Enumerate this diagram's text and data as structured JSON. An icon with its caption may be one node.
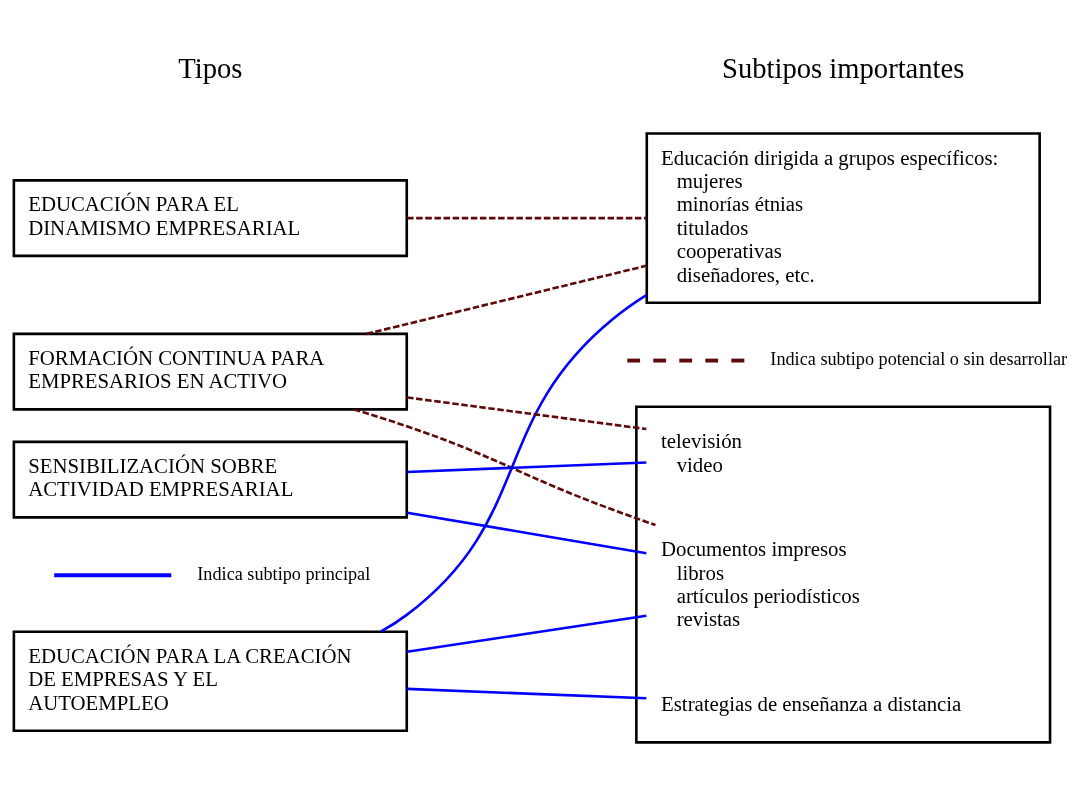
{
  "diagram": {
    "nodes": [
      {
        "text": [
          "EDUCACIÓN PARA EL DINAMISMO EMPRESARIAL"
        ]
      },
      {
        "text": [
          "EDUCACIÓN PARA LA CREACIÓN DE EMPRESAS Y EL AUTOEMPLEO"
        ]
      },
      {
        "text": [
          "FORMACIÓN CONTINUA PARA EMPRESARIOS EN ACTIVO"
        ]
      },
      {
        "text": [
          "SENSIBILIZACIÓN SOBRE ACTIVIDAD EMPRESARIAL"
        ]
      },
      {
        "text": [
          "Educación dirigida a grupos específicos:",
          "mujeres",
          "minorías étnias",
          "titulados",
          "cooperativas",
          "diseñadores, etc."
        ]
      },
      {
        "text": [],
        "shape": "box"
      },
      {
        "text": [
          "Estrategias de enseñanza a distancia"
        ],
        "in": 5
      },
      {
        "text": [
          "Documentos impresos",
          "libros",
          "artículos periodísticos",
          "revistas"
        ],
        "in": 5
      },
      {
        "text": [
          "televisión",
          "video"
        ],
        "in": 5
      }
    ],
    "edges": [
      {
        "from": 0,
        "to": 4,
        "arrow": "none",
        "style": "dashed",
        "color": "#5c0a0a"
      },
      {
        "from": 1,
        "to": 4,
        "arrow": "none"
      },
      {
        "from": 1,
        "to": 6,
        "arrow": "none"
      },
      {
        "from": 1,
        "to": 7,
        "arrow": "none"
      },
      {
        "from": 2,
        "to": 4,
        "arrow": "none",
        "style": "dashed",
        "color": "#5c0a0a"
      },
      {
        "from": 2,
        "to": 7,
        "arrow": "none",
        "style": "dashed",
        "color": "#5c0a0a"
      },
      {
        "from": 2,
        "to": 8,
        "arrow": "none",
        "style": "dashed",
        "color": "#5c0a0a"
      },
      {
        "from": 3,
        "to": 7,
        "arrow": "none"
      },
      {
        "from": 3,
        "to": 8,
        "arrow": "none"
      }
    ],
    "labels": [
      "Tipos",
      "Subtipos importantes"
    ],
    "legend": [
      {
        "text": "Indica subtipo principal"
      },
      {
        "text": "Indica subtipo potencial o sin desarrollar"
      }
    ]
  }
}
